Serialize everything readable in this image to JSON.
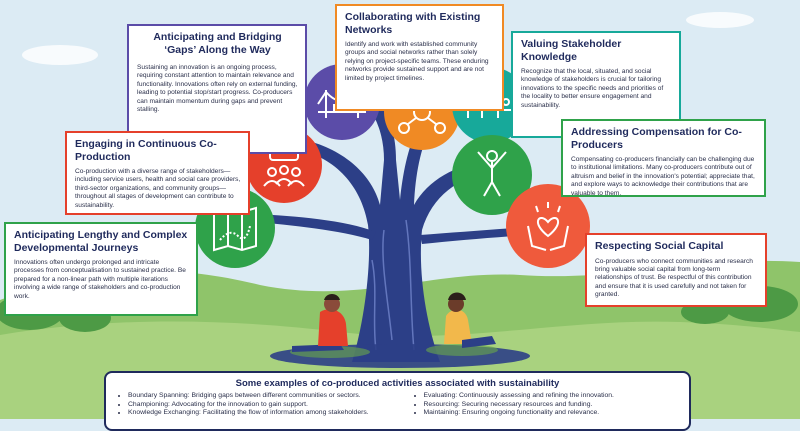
{
  "cards": {
    "gaps": {
      "title": "Anticipating and Bridging ‘Gaps’ Along the Way",
      "text": "Sustaining an innovation is an ongoing process, requiring constant attention to maintain relevance and functionality. Innovations often rely on external funding, leading to potential stop/start progress. Co-producers can maintain momentum during gaps and prevent stalling.",
      "color": "#5b4ca8"
    },
    "networks": {
      "title": "Collaborating with Existing Networks",
      "text": "Identify and work with established community groups and social networks rather than solely relying on project-specific teams. These enduring networks provide sustained support and are not limited by project timelines.",
      "color": "#f08a24"
    },
    "knowledge": {
      "title": "Valuing Stakeholder Knowledge",
      "text": "Recognize that the local, situated, and social knowledge of stakeholders is crucial for tailoring innovations to the specific needs and priorities of the locality to better ensure engagement and sustainability.",
      "color": "#17a99a"
    },
    "continuous": {
      "title": "Engaging in Continuous Co-Production",
      "text": "Co-production with a diverse range of stakeholders—including service users, health and social care providers, third-sector organizations, and community groups—throughout all stages of development can contribute to sustainability.",
      "color": "#e5402b"
    },
    "compensation": {
      "title": "Addressing Compensation for Co-Producers",
      "text": "Compensating co-producers financially can be challenging due to institutional limitations. Many co-producers contribute out of altruism and belief in the innovation's potential; appreciate that, and explore ways to acknowledge their contributions that are valuable to them.",
      "color": "#2fa24a"
    },
    "journeys": {
      "title": "Anticipating Lengthy and Complex Developmental Journeys",
      "text": "Innovations often undergo prolonged and intricate processes from conceptualisation to sustained practice. Be prepared for a non-linear path with multiple iterations involving a wide range of stakeholders and co-production work.",
      "color": "#2fa24a"
    },
    "capital": {
      "title": "Respecting Social Capital",
      "text": "Co-producers who connect communities and research bring valuable social capital from long-term relationships of trust. Be respectful of this contribution and ensure that it is used carefully and not taken for granted.",
      "color": "#e5402b"
    }
  },
  "bottom": {
    "title": "Some examples of co-produced activities associated with sustainability",
    "left": [
      "Boundary Spanning: Bridging gaps between different communities or sectors.",
      "Championing: Advocating for the innovation to gain support.",
      "Knowledge Exchanging: Facilitating the flow of information among stakeholders."
    ],
    "right": [
      "Evaluating: Continuously assessing and refining the innovation.",
      "Resourcing: Securing necessary resources and funding.",
      "Maintaining: Ensuring ongoing functionality and relevance."
    ]
  },
  "colors": {
    "sky": "#dcebf4",
    "hill_back": "#8fc46a",
    "hill_front": "#a9d27f",
    "trunk": "#2c3f87",
    "navy": "#1f2a5c",
    "purple": "#5b4ca8",
    "orange": "#f08a24",
    "teal": "#17a99a",
    "red": "#e5402b",
    "green": "#2fa24a",
    "coral": "#ef5a3c"
  },
  "icons": {
    "purple_circle": "bridge-icon",
    "orange_circle": "network-icon",
    "teal_circle": "stakeholders-icon",
    "red_circle": "group-chat-icon",
    "green_circle": "person-celebrating-icon",
    "map_circle": "map-path-icon",
    "coral_circle": "hands-heart-icon"
  }
}
